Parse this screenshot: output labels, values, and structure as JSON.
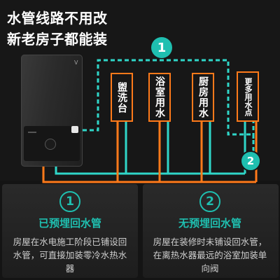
{
  "headline": {
    "line1": "水管线路不用改",
    "line2": "新老房子都能装"
  },
  "heater": {
    "logo": "V"
  },
  "diagram": {
    "fixtures": [
      {
        "label": "盥洗台"
      },
      {
        "label": "浴室用水"
      },
      {
        "label": "厨房用水"
      },
      {
        "label": "更多用水点"
      }
    ],
    "marker_top": "1",
    "marker_side": "2",
    "colors": {
      "hot_line": "#ff7a1a",
      "return_line": "#2fd6c8",
      "accent": "#1fbfb0"
    }
  },
  "options": [
    {
      "number": "1",
      "title": "已预埋回水管",
      "description": "房屋在水电施工阶段已铺设回水管，可直接加装零冷水热水器"
    },
    {
      "number": "2",
      "title": "无预埋回水管",
      "description": "房屋在装修时未铺设回水管，在离热水器最远的浴室加装单向阀"
    }
  ]
}
